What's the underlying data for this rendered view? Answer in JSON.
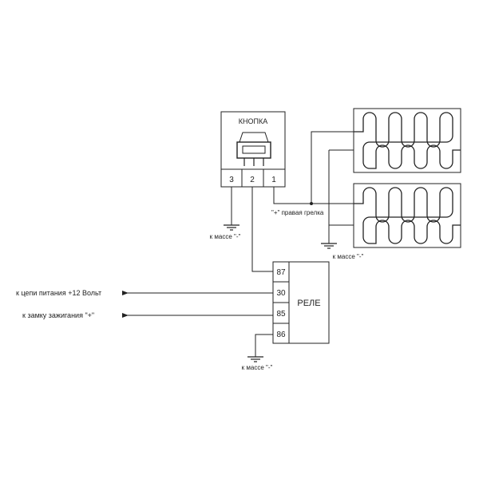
{
  "switch": {
    "title": "КНОПКА",
    "pins": [
      "3",
      "2",
      "1"
    ]
  },
  "relay": {
    "title": "РЕЛЕ",
    "pins": [
      "87",
      "30",
      "85",
      "86"
    ]
  },
  "labels": {
    "ground_switch": "к массе \"-\"",
    "ground_heater": "к массе \"-\"",
    "ground_relay": "к массе \"-\"",
    "plus_right_heater": "\"+\" правая грелка",
    "power_12v": "к цепи питания +12 Вольт",
    "ignition": "к замку зажигания \"+\""
  },
  "colors": {
    "line": "#222222",
    "background": "#ffffff"
  }
}
